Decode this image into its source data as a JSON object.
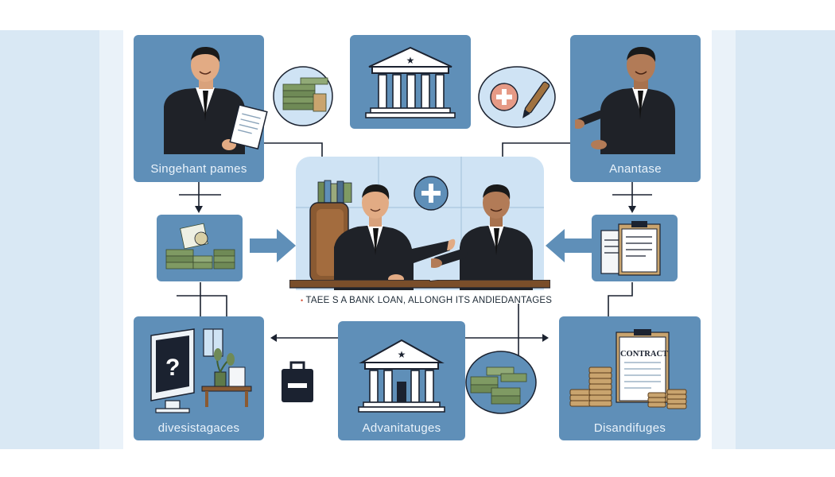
{
  "nodes": {
    "top_left": {
      "label": "Singehant pames"
    },
    "top_right": {
      "label": "Anantase"
    },
    "bottom_left": {
      "label": "divesistagaces"
    },
    "bottom_center": {
      "label": "Advanitatuges"
    },
    "bottom_right": {
      "label": "Disandifuges"
    }
  },
  "center": {
    "caption_text": "taee s a bank loan,  allongh its andiedantages",
    "caption_marker": "•"
  },
  "document": {
    "heading": "CONTRACT"
  },
  "symbols": {
    "monitor_question": "?",
    "plus_sign": "+"
  },
  "icons": [
    "person-icon",
    "document-icon",
    "money-stack-icon",
    "bank-icon",
    "plus-circle-icon",
    "pen-icon",
    "arrow-right-icon",
    "arrow-left-icon",
    "chair-icon",
    "books-icon",
    "desk-icon",
    "monitor-icon",
    "plant-icon",
    "briefcase-icon",
    "contract-icon",
    "coins-icon",
    "clipboard-icon"
  ],
  "colors": {
    "card_blue": "#5f8fb8",
    "side_band": "#d7e7f4",
    "center_panel": "#cfe3f4",
    "suit": "#1f2228",
    "line": "#1b2230",
    "money_green": "#6f8a56"
  }
}
